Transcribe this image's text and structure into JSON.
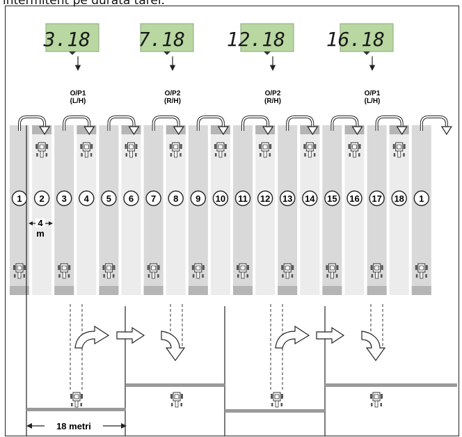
{
  "header": {
    "text": "intermitent pe durata tarei."
  },
  "displays": [
    {
      "value": "3.18",
      "label_line1": "O/P1",
      "label_line2": "(L/H)"
    },
    {
      "value": "7.18",
      "label_line1": "O/P2",
      "label_line2": "(R/H)"
    },
    {
      "value": "12.18",
      "label_line1": "O/P2",
      "label_line2": "(R/H)"
    },
    {
      "value": "16.18",
      "label_line1": "O/P1",
      "label_line2": "(L/H)"
    }
  ],
  "passes": [
    "1",
    "2",
    "3",
    "4",
    "5",
    "6",
    "7",
    "8",
    "9",
    "10",
    "11",
    "12",
    "13",
    "14",
    "15",
    "16",
    "17",
    "18",
    "1"
  ],
  "width_label": {
    "value": "4",
    "unit": "m"
  },
  "span_label": "18 metri",
  "colors": {
    "lcd": "#b9d7a1",
    "strip": "#e4e4e4",
    "ink": "#222222"
  }
}
